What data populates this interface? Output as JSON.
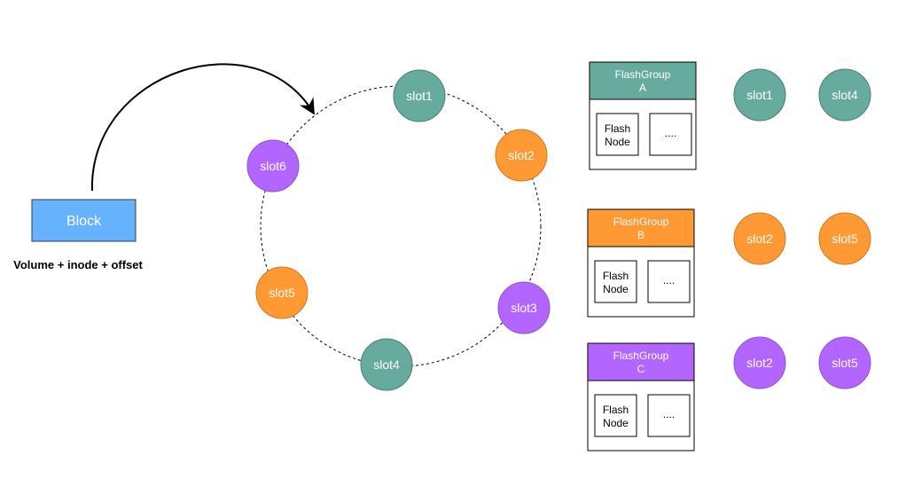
{
  "colors": {
    "teal": "#67AB9F",
    "teal_stroke": "#4A7F75",
    "orange": "#FF9933",
    "orange_stroke": "#CC7A29",
    "purple": "#B266FF",
    "purple_stroke": "#8F52CC",
    "block_fill": "#66B2FF",
    "block_stroke": "#36393D",
    "text_dark": "#000000",
    "text_light": "#FFFFFF"
  },
  "block": {
    "label": "Block",
    "caption": "Volume + inode + offset"
  },
  "ring_slots": [
    {
      "label": "slot1",
      "color": "teal"
    },
    {
      "label": "slot2",
      "color": "orange"
    },
    {
      "label": "slot3",
      "color": "purple"
    },
    {
      "label": "slot4",
      "color": "teal"
    },
    {
      "label": "slot5",
      "color": "orange"
    },
    {
      "label": "slot6",
      "color": "purple"
    }
  ],
  "flash_groups": [
    {
      "title_line1": "FlashGroup",
      "title_line2": "A",
      "color": "teal",
      "node_line1": "Flash",
      "node_line2": "Node",
      "more": "....",
      "slots": [
        "slot1",
        "slot4"
      ]
    },
    {
      "title_line1": "FlashGroup",
      "title_line2": "B",
      "color": "orange",
      "node_line1": "Flash",
      "node_line2": "Node",
      "more": "....",
      "slots": [
        "slot2",
        "slot5"
      ]
    },
    {
      "title_line1": "FlashGroup",
      "title_line2": "C",
      "color": "purple",
      "node_line1": "Flash",
      "node_line2": "Node",
      "more": "....",
      "slots": [
        "slot2",
        "slot5"
      ]
    }
  ]
}
